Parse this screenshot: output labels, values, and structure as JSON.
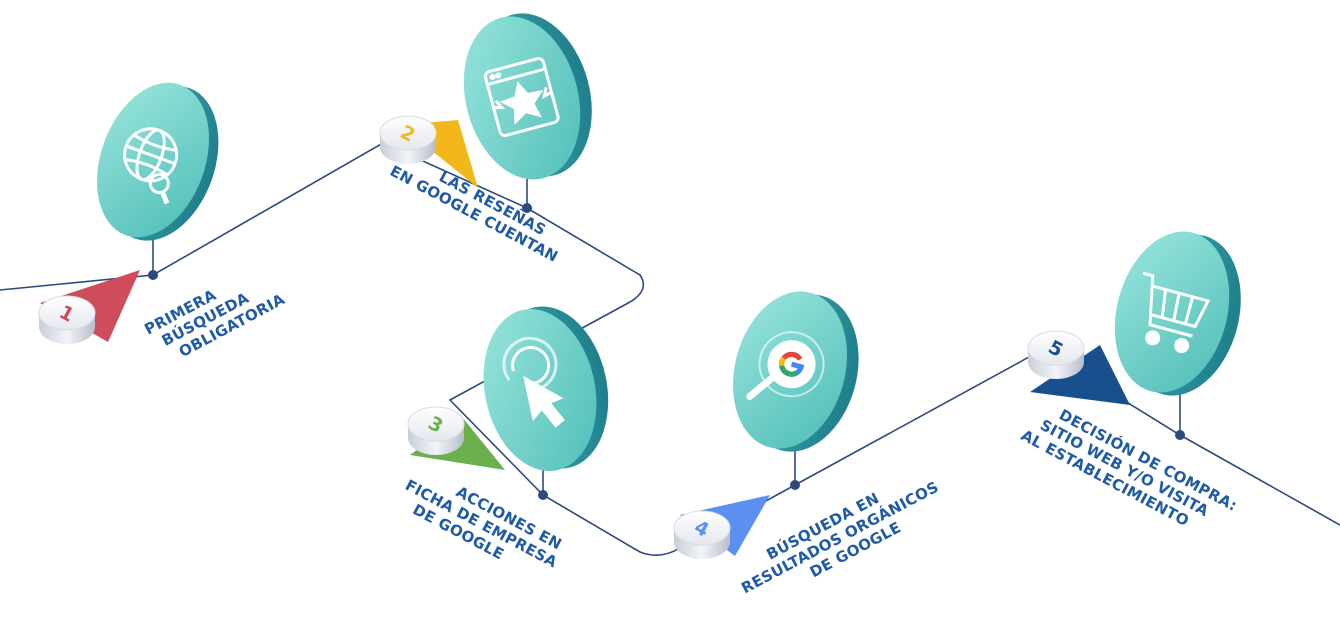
{
  "colors": {
    "path_line": "#2d4a7e",
    "label_text": "#1f5aa6",
    "icon_face_light": "#8edfd6",
    "icon_face_dark": "#45b7b4",
    "icon_edge": "#2e8d97",
    "icon_glyph": "#ffffff"
  },
  "steps": [
    {
      "number": "1",
      "flag_color": "#cf4c5a",
      "number_color": "#cf4c5a",
      "icon": "globe-search-icon",
      "label_lines": [
        "PRIMERA",
        "BÚSQUEDA",
        "OBLIGATORIA"
      ]
    },
    {
      "number": "2",
      "flag_color": "#f2b81b",
      "number_color": "#f2b81b",
      "icon": "browser-star-review-icon",
      "label_lines": [
        "LAS RESEÑAS",
        "EN GOOGLE CUENTAN"
      ]
    },
    {
      "number": "3",
      "flag_color": "#6ab04c",
      "number_color": "#6ab04c",
      "icon": "cursor-click-icon",
      "label_lines": [
        "ACCIONES EN",
        "FICHA DE EMPRESA",
        "DE GOOGLE"
      ]
    },
    {
      "number": "4",
      "flag_color": "#5b8ff0",
      "number_color": "#5b8ff0",
      "icon": "google-magnifier-icon",
      "label_lines": [
        "BÚSQUEDA EN",
        "RESULTADOS ORGÁNICOS",
        "DE GOOGLE"
      ]
    },
    {
      "number": "5",
      "flag_color": "#1a4f8e",
      "number_color": "#1a4f8e",
      "icon": "shopping-cart-icon",
      "label_lines": [
        "DECISIÓN DE COMPRA:",
        "SITIO WEB Y/O VISITA",
        "AL ESTABLECIMIENTO"
      ]
    }
  ]
}
